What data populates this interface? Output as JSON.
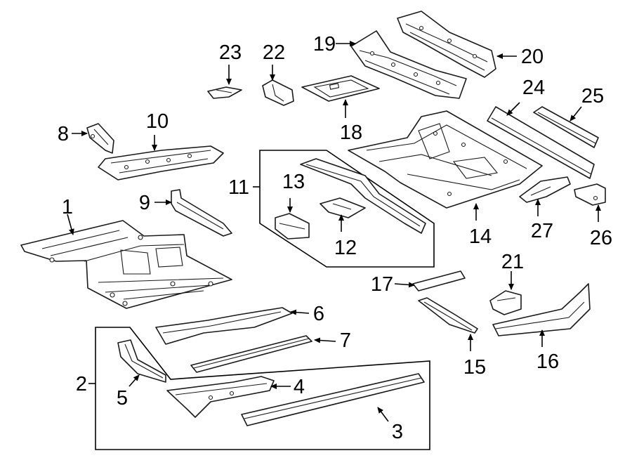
{
  "diagram": {
    "callouts": [
      "1",
      "2",
      "3",
      "4",
      "5",
      "6",
      "7",
      "8",
      "9",
      "10",
      "11",
      "12",
      "13",
      "14",
      "15",
      "16",
      "17",
      "18",
      "19",
      "20",
      "21",
      "22",
      "23",
      "24",
      "25",
      "26",
      "27"
    ],
    "colors": {
      "line": "#1a1a1a",
      "background": "#ffffff"
    }
  }
}
